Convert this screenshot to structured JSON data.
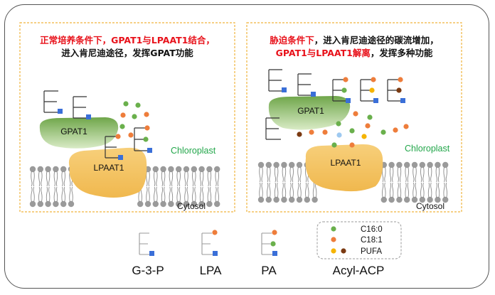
{
  "panels": {
    "left": {
      "caption_line1_red": "正常培养条件下，",
      "caption_line1_red2": "GPAT1与LPAAT1结合，",
      "caption_line1_black": "",
      "caption_line2": "进入肯尼迪途径，发挥GPAT功能",
      "gpat_label": "GPAT1",
      "lpaat_label": "LPAAT1",
      "chloroplast_label": "Chloroplast",
      "cytosol_label": "Cytosol"
    },
    "right": {
      "caption_line1_red": "胁迫条件下",
      "caption_line1_black": "，进入肯尼迪途径的碳流增加，",
      "caption_line2_red": "GPAT1与LPAAT1解离",
      "caption_line2_black": "，发挥多种功能",
      "gpat_label": "GPAT1",
      "lpaat_label": "LPAAT1",
      "chloroplast_label": "Chloroplast",
      "cytosol_label": "Cytosol"
    }
  },
  "legend": {
    "g3p": "G-3-P",
    "lpa": "LPA",
    "pa": "PA",
    "acyl_acp": "Acyl-ACP",
    "c16": "C16:0",
    "c18": "C18:1",
    "pufa": "PUFA"
  },
  "colors": {
    "red_text": "#e8111a",
    "green_text": "#22a64a",
    "c16_green": "#6ab04c",
    "c18_orange": "#ee7d3b",
    "pufa_yellow": "#f5b400",
    "pufa_brown": "#7b3a12",
    "head_blue": "#3a6fd8",
    "gpat_green": "#9cc57a",
    "lpaat_yellow": "#f3c467"
  }
}
